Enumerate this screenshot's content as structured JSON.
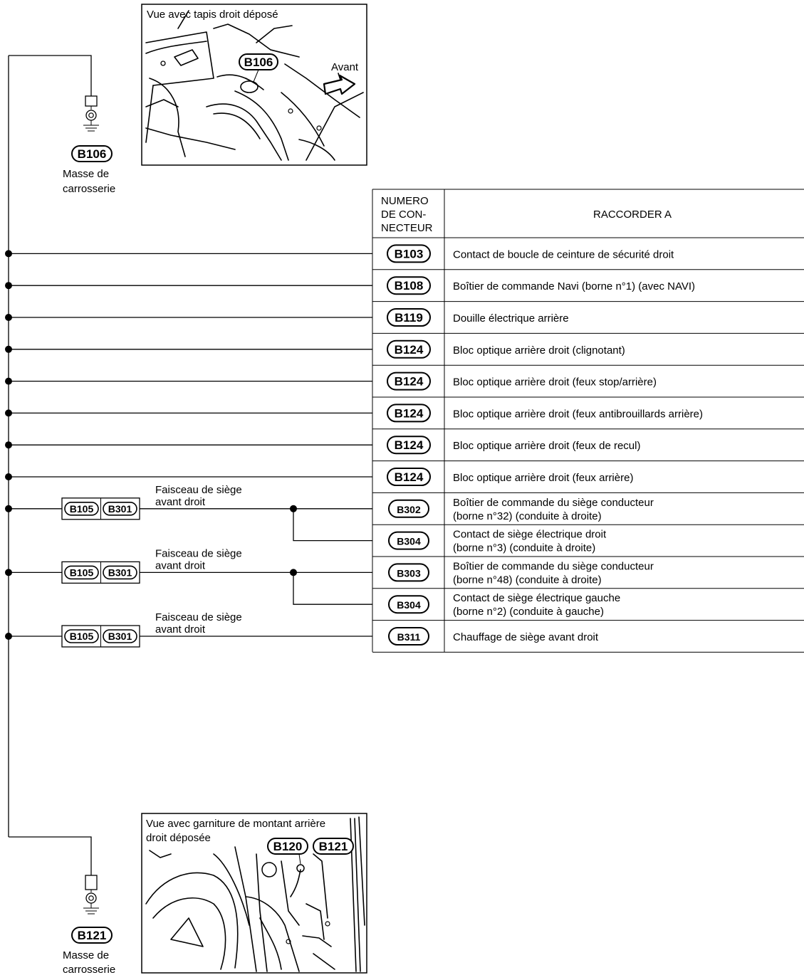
{
  "top_view": {
    "caption": "Vue avec tapis droit déposé",
    "connector": "B106",
    "direction_label": "Avant"
  },
  "bottom_view": {
    "caption_line1": "Vue avec garniture de montant arrière",
    "caption_line2": "droit déposée",
    "connectors": [
      "B120",
      "B121"
    ]
  },
  "ground_top": {
    "connector": "B106",
    "label_line1": "Masse de",
    "label_line2": "carrosserie"
  },
  "ground_bottom": {
    "connector": "B121",
    "label_line1": "Masse de",
    "label_line2": "carrosserie"
  },
  "table": {
    "header_col1": [
      "NUMERO",
      "DE CON-",
      "NECTEUR"
    ],
    "header_col2": "RACCORDER A",
    "rows": [
      {
        "connector": "B103",
        "desc1": "Contact de boucle de ceinture de sécurité droit",
        "desc2": ""
      },
      {
        "connector": "B108",
        "desc1": "Boîtier de commande Navi (borne n°1) (avec NAVI)",
        "desc2": ""
      },
      {
        "connector": "B119",
        "desc1": "Douille électrique arrière",
        "desc2": ""
      },
      {
        "connector": "B124",
        "desc1": "Bloc optique arrière droit (clignotant)",
        "desc2": ""
      },
      {
        "connector": "B124",
        "desc1": "Bloc optique arrière droit (feux stop/arrière)",
        "desc2": ""
      },
      {
        "connector": "B124",
        "desc1": "Bloc optique arrière droit (feux antibrouillards arrière)",
        "desc2": ""
      },
      {
        "connector": "B124",
        "desc1": "Bloc optique arrière droit (feux de recul)",
        "desc2": ""
      },
      {
        "connector": "B124",
        "desc1": "Bloc optique arrière droit (feux arrière)",
        "desc2": ""
      },
      {
        "connector": "B302",
        "desc1": "Boîtier de commande du siège conducteur",
        "desc2": "(borne n°32) (conduite à droite)"
      },
      {
        "connector": "B304",
        "desc1": "Contact de siège électrique droit",
        "desc2": "(borne n°3) (conduite à droite)"
      },
      {
        "connector": "B303",
        "desc1": "Boîtier de commande du siège conducteur",
        "desc2": "(borne n°48) (conduite à droite)"
      },
      {
        "connector": "B304",
        "desc1": "Contact de siège électrique gauche",
        "desc2": "(borne n°2) (conduite à gauche)"
      },
      {
        "connector": "B311",
        "desc1": "Chauffage de siège avant droit",
        "desc2": ""
      }
    ]
  },
  "harness": [
    {
      "label1": "Faisceau de siège",
      "label2": "avant droit",
      "left": "B105",
      "right": "B301"
    },
    {
      "label1": "Faisceau de siège",
      "label2": "avant droit",
      "left": "B105",
      "right": "B301"
    },
    {
      "label1": "Faisceau de siège",
      "label2": "avant droit",
      "left": "B105",
      "right": "B301"
    }
  ]
}
